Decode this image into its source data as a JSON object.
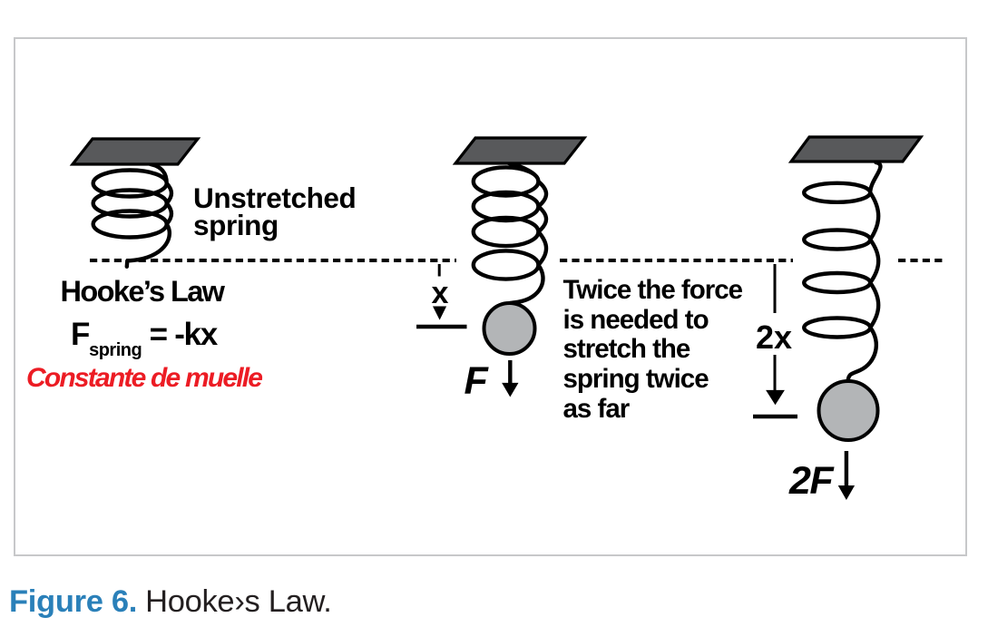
{
  "colors": {
    "ink": "#000000",
    "text": "#231f20",
    "accent_red": "#ec1c24",
    "caption_blue": "#2a80b9",
    "ceiling_gray": "#58595b",
    "ball_gray": "#b3b5b7",
    "frame_gray": "#c7c8ca"
  },
  "diagram": {
    "unstretched_label": {
      "line1": "Unstretched",
      "line2": "spring"
    },
    "hookes_law_heading": "Hooke’s Law",
    "formula": {
      "base": "F",
      "subscript": "spring",
      "rest": " = -kx"
    },
    "spanish_note": "Constante de muelle",
    "explanation": {
      "line1": "Twice the force",
      "line2": "is needed to",
      "line3": "stretch the",
      "line4": "spring twice",
      "line5": "as far"
    },
    "dim_x_label": "x",
    "dim_2x_label": "2x",
    "force_label": "F",
    "force_double_label": "2F"
  },
  "caption": {
    "label": "Figure 6.",
    "text": "Hooke›s Law."
  }
}
